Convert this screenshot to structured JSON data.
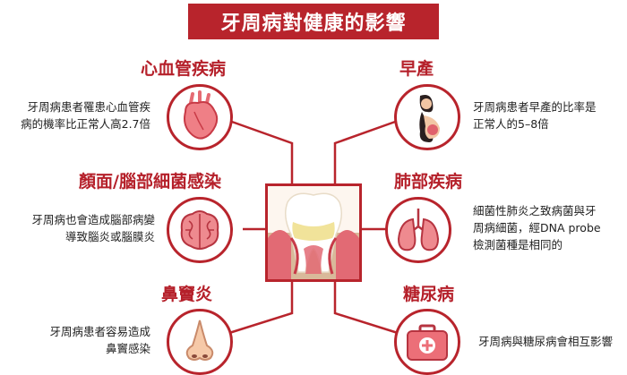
{
  "title": "牙周病對健康的影響",
  "colors": {
    "accent": "#b8242c",
    "heading": "#b5202a"
  },
  "center": {
    "icon": "tooth-gum-icon"
  },
  "conditions": [
    {
      "id": "heart",
      "title": "心血管疾病",
      "lines": [
        "牙周病患者罹患心血管疾",
        "病的機率比正常人高2.7倍"
      ],
      "icon": "heart-icon"
    },
    {
      "id": "brain",
      "title": "顏面/腦部細菌感染",
      "lines": [
        "牙周病也會造成腦部病變",
        "導致腦炎或腦膜炎"
      ],
      "icon": "brain-icon"
    },
    {
      "id": "sinus",
      "title": "鼻竇炎",
      "lines": [
        "牙周病患者容易造成",
        "鼻竇感染"
      ],
      "icon": "nose-icon"
    },
    {
      "id": "preterm",
      "title": "早產",
      "lines": [
        "牙周病患者早產的比率是",
        "正常人的5–8倍"
      ],
      "icon": "pregnant-woman-icon"
    },
    {
      "id": "lung",
      "title": "肺部疾病",
      "lines": [
        "細菌性肺炎之致病菌與牙",
        "周病細菌，經DNA probe",
        "檢測菌種是相同的"
      ],
      "icon": "lungs-icon"
    },
    {
      "id": "diabetes",
      "title": "糖尿病",
      "lines": [
        "牙周病與糖尿病會相互影響"
      ],
      "icon": "medical-kit-icon"
    }
  ]
}
